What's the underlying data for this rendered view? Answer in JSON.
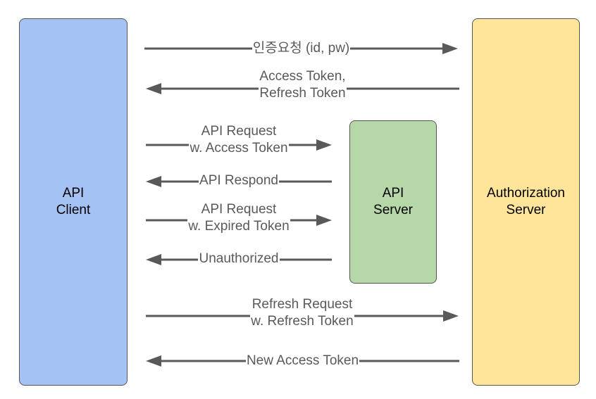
{
  "colors": {
    "client_fill": "#a4c2f4",
    "api_server_fill": "#b6d7a8",
    "auth_fill": "#ffe599",
    "arrow": "#595959"
  },
  "boxes": {
    "client": {
      "line1": "API",
      "line2": "Client"
    },
    "api_server": {
      "line1": "API",
      "line2": "Server"
    },
    "auth": {
      "line1": "Authorization",
      "line2": "Server"
    }
  },
  "messages": [
    {
      "line1": "인증요청 (id, pw)",
      "line2": "",
      "from": "API Client",
      "to": "Authorization Server"
    },
    {
      "line1": "Access Token,",
      "line2": "Refresh Token",
      "from": "Authorization Server",
      "to": "API Client"
    },
    {
      "line1": "API Request",
      "line2": "w. Access Token",
      "from": "API Client",
      "to": "API Server"
    },
    {
      "line1": "API Respond",
      "line2": "",
      "from": "API Server",
      "to": "API Client"
    },
    {
      "line1": "API Request",
      "line2": "w. Expired Token",
      "from": "API Client",
      "to": "API Server"
    },
    {
      "line1": "Unauthorized",
      "line2": "",
      "from": "API Server",
      "to": "API Client"
    },
    {
      "line1": "Refresh Request",
      "line2": "w. Refresh Token",
      "from": "API Client",
      "to": "Authorization Server"
    },
    {
      "line1": "New Access Token",
      "line2": "",
      "from": "Authorization Server",
      "to": "API Client"
    }
  ]
}
